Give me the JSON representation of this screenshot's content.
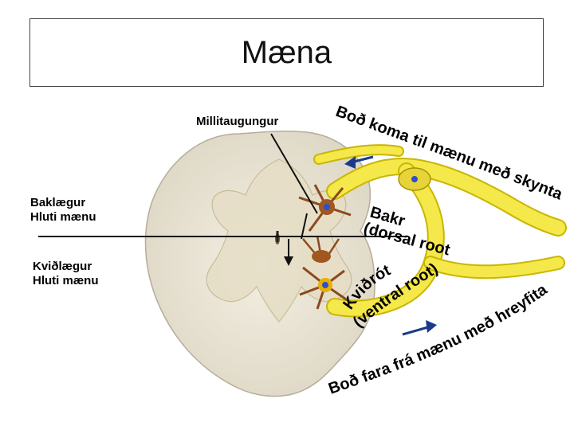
{
  "title": "Mæna",
  "labels": {
    "millitaugungur": "Millitaugungur",
    "baklaegur_line1": "Baklægur",
    "baklaegur_line2": "Hluti mænu",
    "kvidlaegur_line1": "Kviðlægur",
    "kvidlaegur_line2": "Hluti mænu"
  },
  "annotations": {
    "bod_koma": "Boð koma til mænu með skyntaug",
    "bakrot": "Bakrót",
    "dorsal_root": "(dorsal root)",
    "kvidrot": "Kviðrót",
    "ventral_root": "(ventral root)",
    "bod_fara": "Boð fara frá mænu með hreyfitaug"
  },
  "colors": {
    "grey_matter": "#f0ead8",
    "white_matter": "#e8e4d6",
    "nerve": "#f4e84a",
    "nerve_edge": "#c9b600",
    "neuron": "#8b4a1e"
  }
}
